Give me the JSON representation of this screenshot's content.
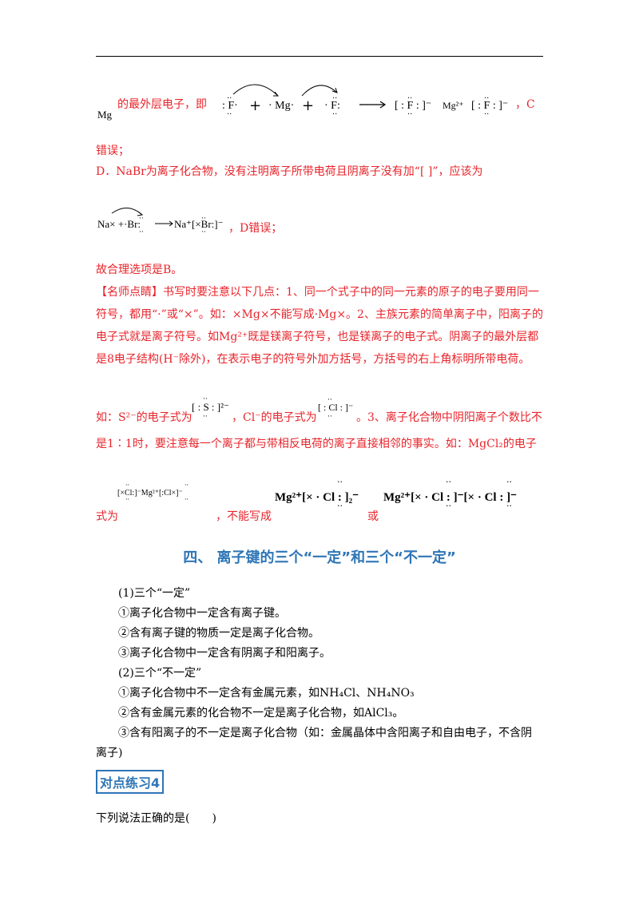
{
  "l1": {
    "mg": "Mg",
    "text": "的最外层电子，即",
    "tail": "，C"
  },
  "l2": "错误；",
  "l3": "D．NaBr为离子化合物，没有注明离子所带电荷且阴离子没有加“[ ]”，应该为",
  "l4_tail": "，D错误；",
  "l5": "故合理选项是B。",
  "l6": "【名师点睛】书写时要注意以下几点：1、同一个式子中的同一元素的原子的电子要用同一",
  "l7": "符号，都用“·”或“×”。如：×Mg×不能写成·Mg×。2、主族元素的简单离子中，阳离子的",
  "l8": "电子式就是离子符号。如Mg²⁺既是镁离子符号，也是镁离子的电子式。阴离子的最外层都",
  "l9": "是8电子结构(H⁻除外)，在表示电子的符号外加方括号，方括号的右上角标明所带电荷。",
  "l10a": "如：S²⁻的电子式为",
  "l10b": "，Cl⁻的电子式为",
  "l10c": "。3、离子化合物中阴阳离子个数比不",
  "l11": "是1∶1时，要注意每一个离子都与带相反电荷的离子直接相邻的事实。如：MgCl₂的电子",
  "l12a": "式为",
  "l12b": "，不能写成",
  "l12c": "或",
  "section_title": "四、 离子键的三个“一定”和三个“不一定”",
  "items": [
    "(1)三个“一定”",
    "①离子化合物中一定含有离子键。",
    "②含有离子键的物质一定是离子化合物。",
    "③离子化合物中一定含有阴离子和阳离子。",
    "(2)三个“不一定”",
    "①离子化合物中不一定含有金属元素，如NH₄Cl、NH₄NO₃",
    "②含有金属元素的化合物不一定是离子化合物，如AlCl₃。",
    "③含有阳离子的不一定是离子化合物（如：金属晶体中含阳离子和自由电子，不含阴",
    "离子)"
  ],
  "practice_label": "对点练习4",
  "question": "下列说法正确的是(　　)"
}
